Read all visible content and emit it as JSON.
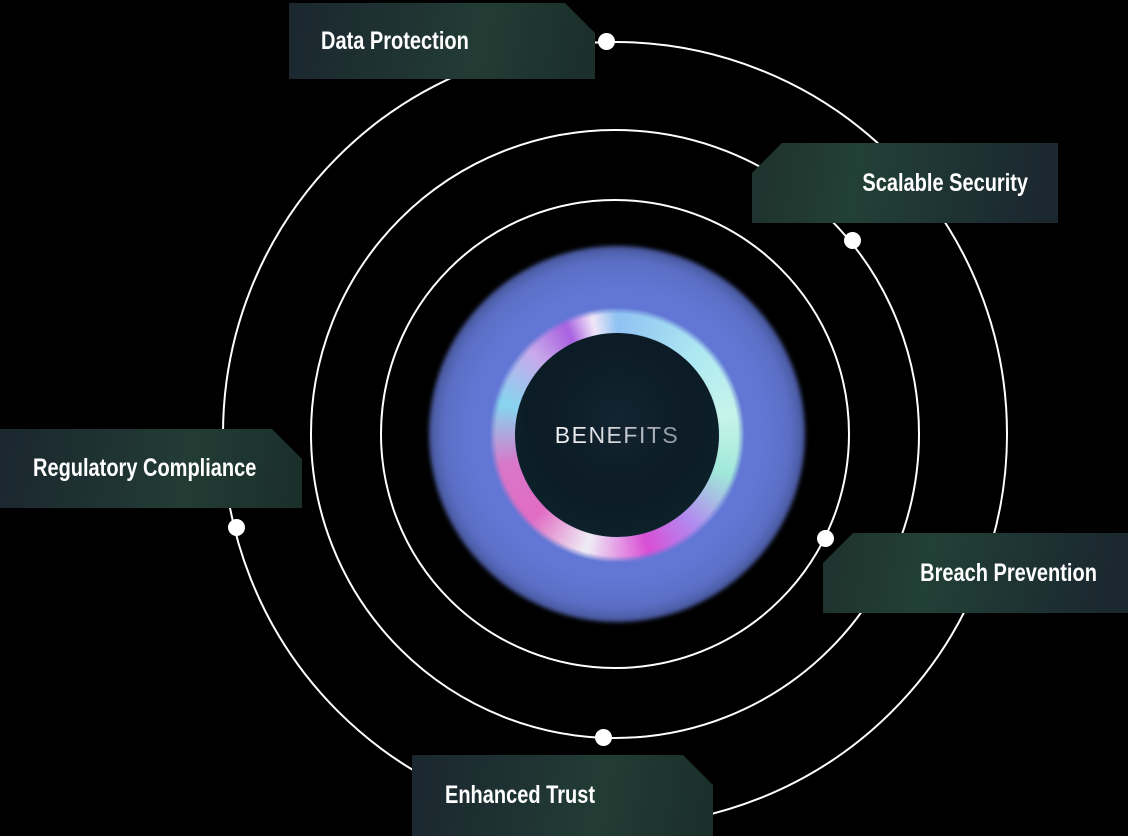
{
  "diagram": {
    "center_label": "BENEFITS",
    "orbit_count": 3,
    "orbit_labels": [
      {
        "label": "Data Protection"
      },
      {
        "label": "Scalable Security"
      },
      {
        "label": "Regulatory Compliance"
      },
      {
        "label": "Breach Prevention"
      },
      {
        "label": "Enhanced Trust"
      }
    ],
    "colors": {
      "background": "#000000",
      "orbit_stroke": "#ffffff",
      "center_glow_blue": "#657bdc",
      "center_disc": "#0c1b25",
      "center_text": "#cdd2d8",
      "label_background_dark": "#1b2830",
      "label_background_green": "#223c34",
      "label_text": "#ffffff",
      "holo_ring_colors": [
        "#aee9f2",
        "#c7f4ea",
        "#9fe8d9",
        "#b289f0",
        "#d94fd4",
        "#efeef5",
        "#e06cc3",
        "#86d5ef",
        "#c9a8ea"
      ]
    }
  }
}
